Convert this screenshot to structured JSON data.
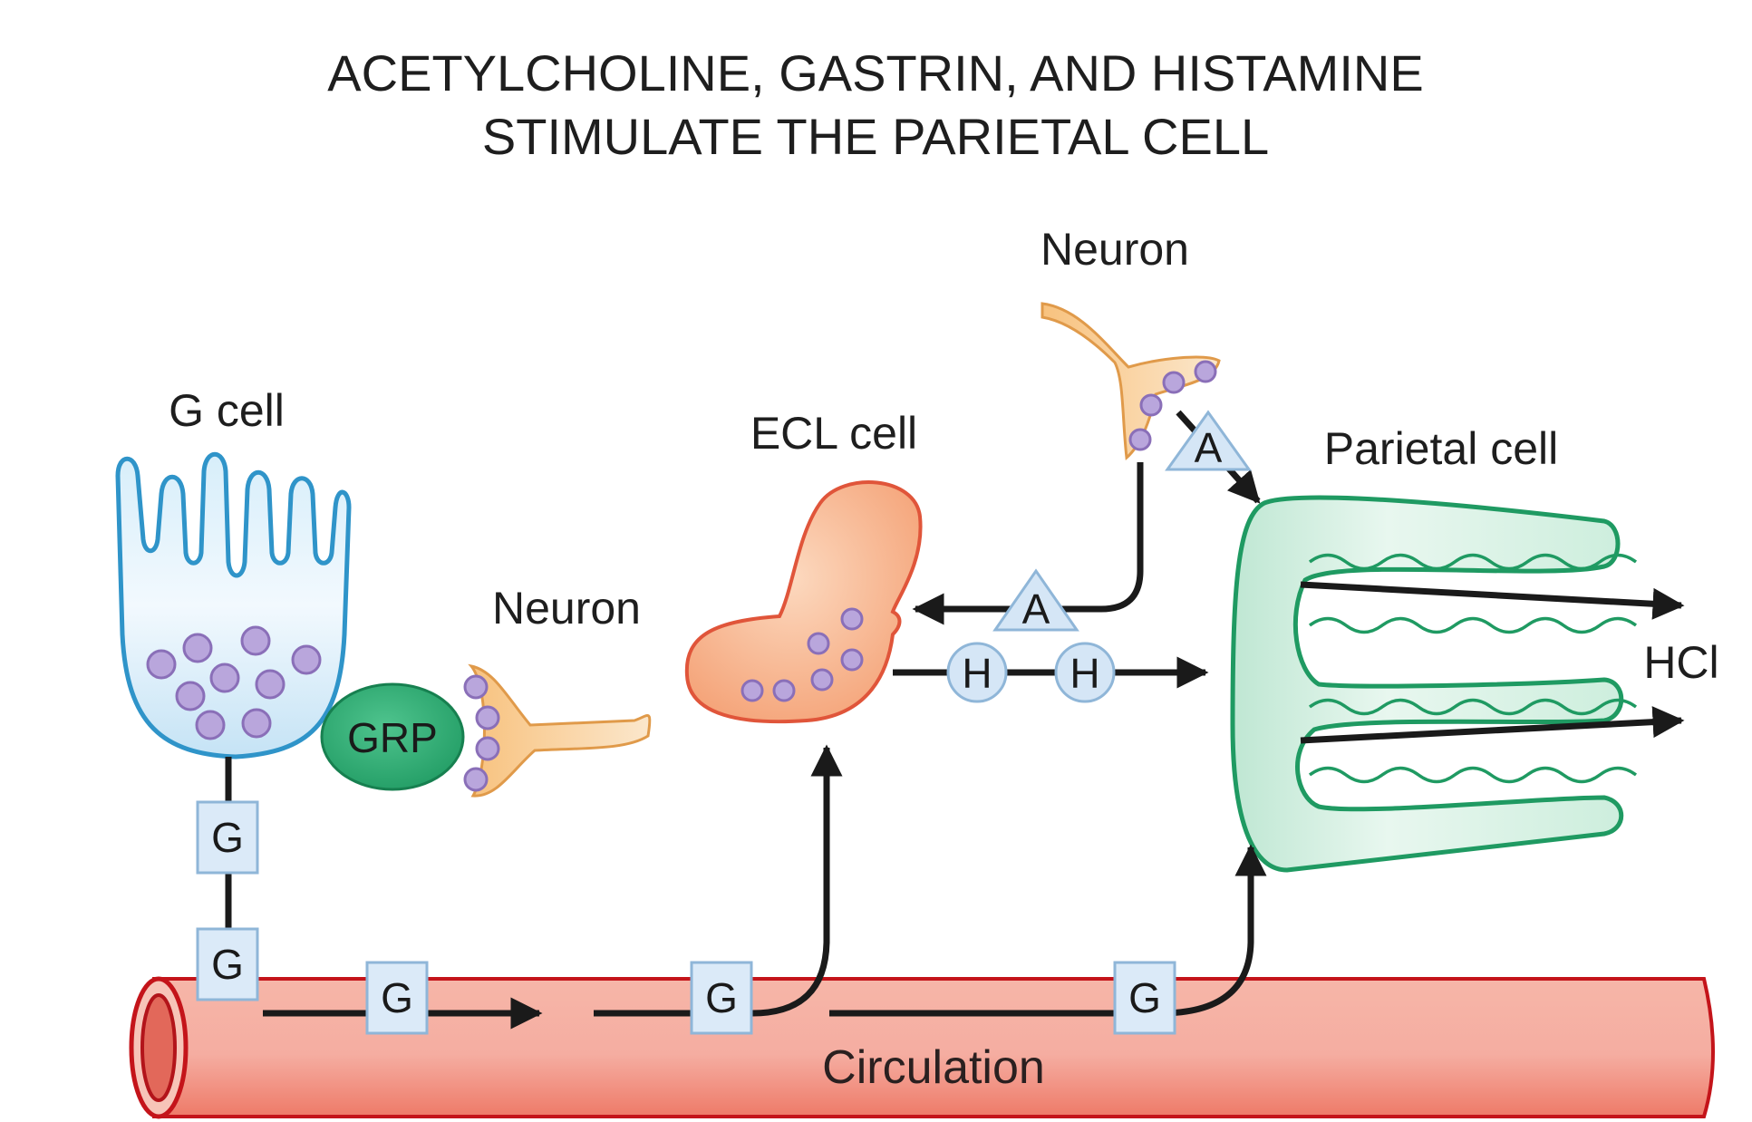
{
  "title": {
    "line1": "ACETYLCHOLINE, GASTRIN, AND HISTAMINE",
    "line2": "STIMULATE THE PARIETAL CELL"
  },
  "labels": {
    "g_cell": "G cell",
    "neuron_left": "Neuron",
    "ecl_cell": "ECL cell",
    "neuron_top": "Neuron",
    "parietal_cell": "Parietal cell",
    "hcl": "HCl",
    "circulation": "Circulation",
    "grp": "GRP"
  },
  "molecules": {
    "gastrin": "G",
    "acetylcholine": "A",
    "histamine": "H"
  },
  "colors": {
    "g_cell": "#3fa4d4",
    "ecl_cell": "#f4a47a",
    "parietal_cell": "#2e9e6a",
    "neuron": "#f7c98a",
    "grp": "#2aa26e",
    "vesicle": "#b9a6dc",
    "vessel": "#f1857a",
    "molecule_box": "#dbeaf8"
  }
}
